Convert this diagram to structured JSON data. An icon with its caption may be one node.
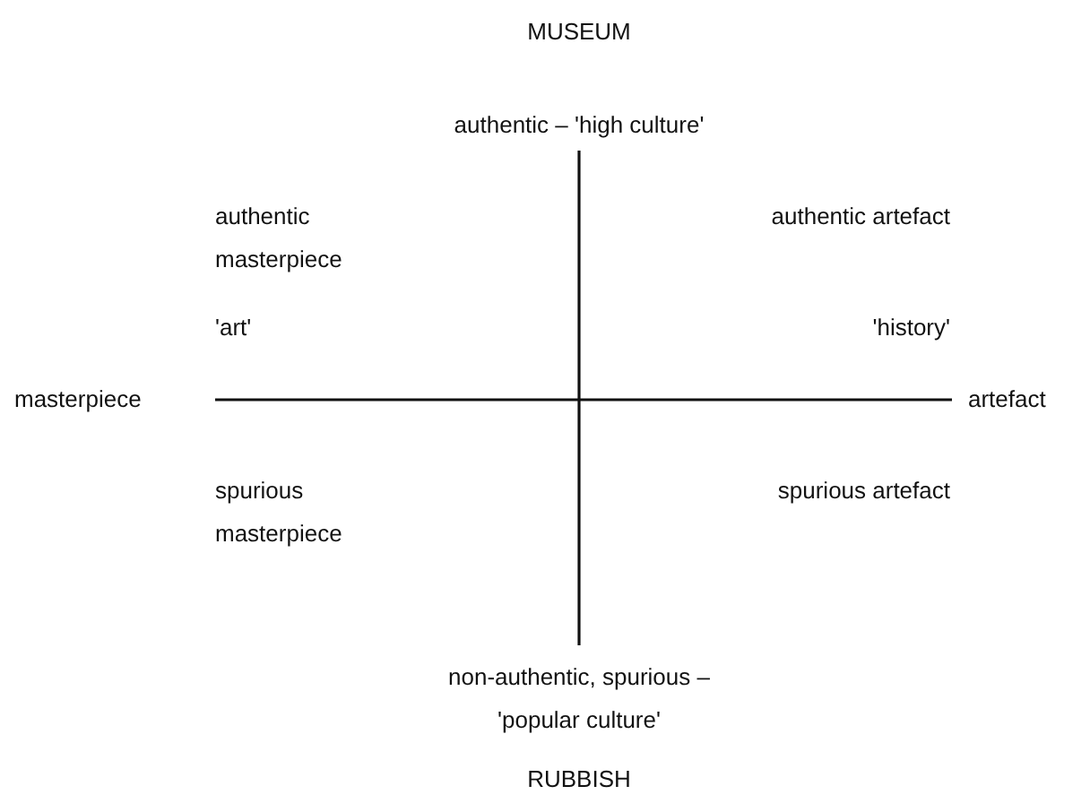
{
  "diagram": {
    "labels": [
      "MUSEUM",
      "authentic – 'high culture'",
      "authentic masterpiece",
      "authentic artefact",
      "'art'",
      "'history'",
      "masterpiece",
      "artefact",
      "spurious masterpiece",
      "spurious artefact",
      "non-authentic, spurious – 'popular culture'",
      "RUBBISH"
    ]
  }
}
